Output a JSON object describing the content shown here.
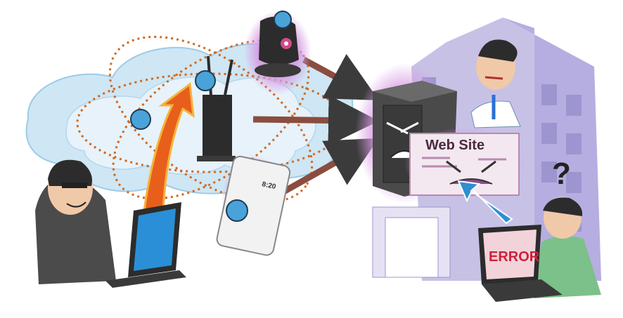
{
  "labels": {
    "website": "Web Site",
    "error": "ERROR",
    "phone_time": "8:20"
  },
  "colors": {
    "cloud": "#cfe6f4",
    "cloud_outline": "#9ccbe6",
    "orbit": "#d2691e",
    "building": "#c7c1e6",
    "building_dark": "#a79fd3",
    "glow": "#c989d6",
    "attack_arrow": "#e85f1c",
    "traffic_arrow": "#8a4d3f",
    "pointer_arrow": "#2e8fd1",
    "error_text": "#d0203a"
  }
}
